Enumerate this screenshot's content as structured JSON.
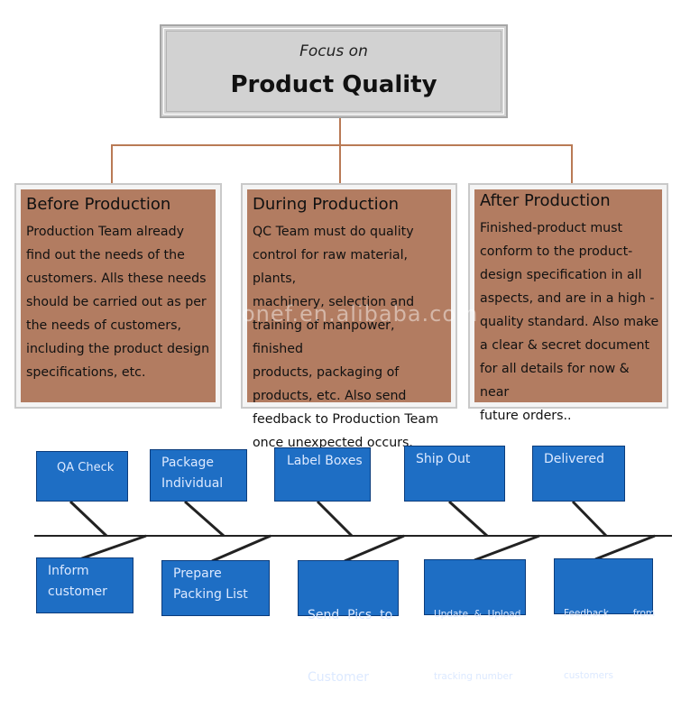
{
  "focus": {
    "line1": "Focus on",
    "line2": "Product Quality"
  },
  "stages": [
    {
      "title": "Before Production",
      "lines": [
        "Production Team already",
        "find out the needs of the",
        "customers. Alls these needs",
        "should be carried out as per",
        "the needs of customers,",
        "including the product design",
        "specifications, etc."
      ]
    },
    {
      "title": "During Production",
      "lines": [
        "QC Team must do quality",
        "control for raw material, plants,",
        "machinery, selection and",
        "training of manpower, finished",
        "products, packaging of",
        "products, etc. Also send",
        "feedback to Production Team",
        "once unexpected occurs."
      ]
    },
    {
      "title": "After Production",
      "lines": [
        "Finished-product must",
        "conform to the product-",
        "design specification in all",
        "aspects, and are in a high -",
        "quality standard. Also make",
        "a clear & secret document",
        "for all details for now & near",
        "future orders.."
      ]
    }
  ],
  "top_steps": [
    {
      "lines": [
        "QA Check"
      ]
    },
    {
      "lines": [
        "Package",
        "Individual"
      ]
    },
    {
      "lines": [
        "Label Boxes"
      ]
    },
    {
      "lines": [
        "Ship Out"
      ]
    },
    {
      "lines": [
        "Delivered"
      ]
    }
  ],
  "bottom_steps": [
    {
      "lines": [
        "Inform",
        "customer"
      ]
    },
    {
      "lines": [
        "Prepare",
        "Packing List"
      ]
    },
    {
      "lines": [
        "Send  Pics  to",
        "Customer"
      ]
    },
    {
      "lines": [
        "Update  &  Upload",
        "tracking number"
      ]
    },
    {
      "lines": [
        "Feedback        from",
        "customers"
      ]
    }
  ],
  "watermark": "onef.en.alibaba.com",
  "colors": {
    "stage_fill": "#b27c61",
    "connector": "#b97a55",
    "box_fill": "#1e6ec4"
  }
}
